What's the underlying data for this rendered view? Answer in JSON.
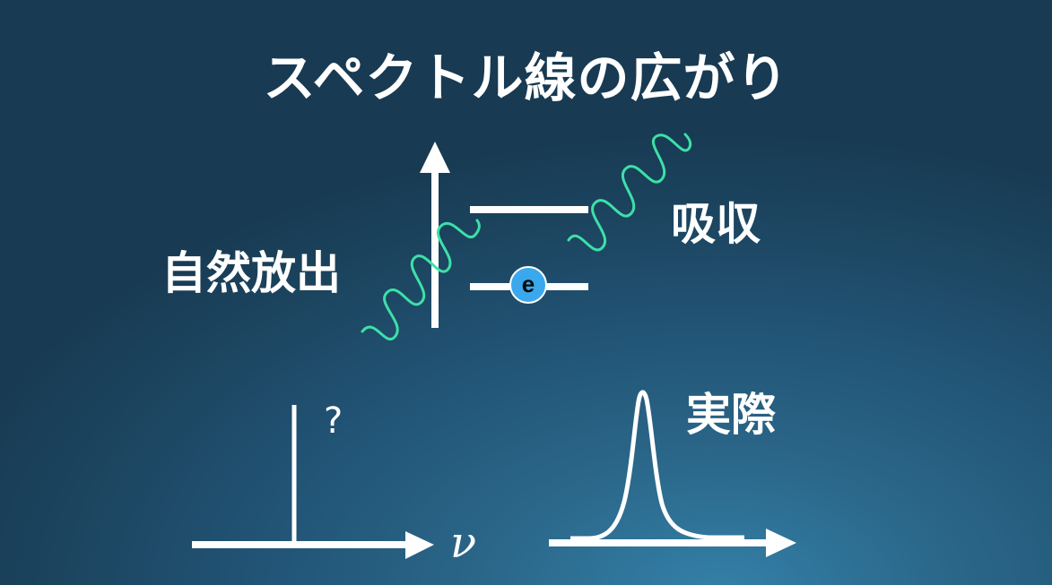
{
  "title": "スペクトル線の広がり",
  "labels": {
    "spontaneous_emission": "自然放出",
    "absorption": "吸収",
    "question": "?",
    "frequency_symbol": "ν",
    "actual": "実際"
  },
  "electron": {
    "symbol": "e",
    "fill": "#3aa8ec"
  },
  "colors": {
    "background_dark": "#183a52",
    "background_light": "#3480a8",
    "foreground": "#ffffff",
    "photon_wave": "#3de0a8"
  },
  "energy_diagram": {
    "axis": "energy (up arrow)",
    "levels": [
      "upper level",
      "lower level (with electron)"
    ],
    "waves": [
      "emitted photon (lower-left)",
      "absorbed photon (upper-right)"
    ]
  },
  "chart_data": [
    {
      "type": "line",
      "title": "?",
      "xlabel": "ν",
      "ylabel": "",
      "description": "Idealized spectrum: a single infinitely-narrow vertical line at one frequency",
      "x": [
        0,
        0.45,
        0.45,
        0.45,
        1
      ],
      "values": [
        0,
        0,
        1,
        0,
        0
      ]
    },
    {
      "type": "line",
      "title": "実際",
      "xlabel": "ν",
      "ylabel": "",
      "description": "Actual spectrum: broadened Lorentzian-like peak",
      "x": [
        0,
        0.2,
        0.3,
        0.38,
        0.42,
        0.45,
        0.48,
        0.52,
        0.6,
        0.7,
        1
      ],
      "values": [
        0,
        0.01,
        0.05,
        0.3,
        0.75,
        1,
        0.75,
        0.3,
        0.05,
        0.01,
        0
      ]
    }
  ]
}
